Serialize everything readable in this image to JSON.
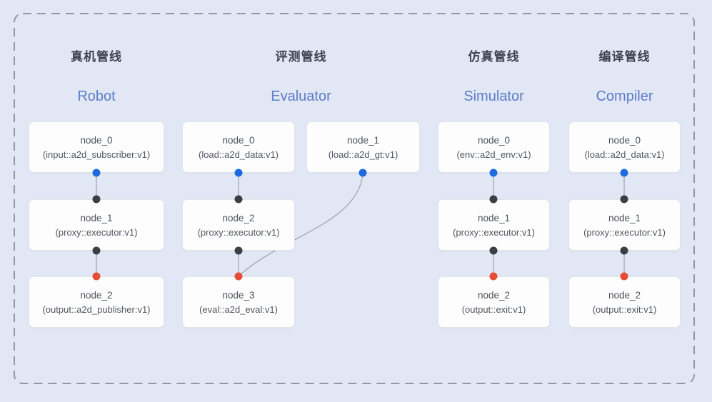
{
  "diagram": {
    "pipelines": [
      {
        "id": "robot",
        "title_zh": "真机管线",
        "title_en": "Robot",
        "nodes": [
          {
            "name": "node_0",
            "type": "(input::a2d_subscriber:v1)"
          },
          {
            "name": "node_1",
            "type": "(proxy::executor:v1)"
          },
          {
            "name": "node_2",
            "type": "(output::a2d_publisher:v1)"
          }
        ]
      },
      {
        "id": "evaluator",
        "title_zh": "评测管线",
        "title_en": "Evaluator",
        "nodes": [
          {
            "name": "node_0",
            "type": "(load::a2d_data:v1)"
          },
          {
            "name": "node_1",
            "type": "(load::a2d_gt:v1)"
          },
          {
            "name": "node_2",
            "type": "(proxy::executor:v1)"
          },
          {
            "name": "node_3",
            "type": "(eval::a2d_eval:v1)"
          }
        ]
      },
      {
        "id": "simulator",
        "title_zh": "仿真管线",
        "title_en": "Simulator",
        "nodes": [
          {
            "name": "node_0",
            "type": "(env::a2d_env:v1)"
          },
          {
            "name": "node_1",
            "type": "(proxy::executor:v1)"
          },
          {
            "name": "node_2",
            "type": "(output::exit:v1)"
          }
        ]
      },
      {
        "id": "compiler",
        "title_zh": "编译管线",
        "title_en": "Compiler",
        "nodes": [
          {
            "name": "node_0",
            "type": "(load::a2d_data:v1)"
          },
          {
            "name": "node_1",
            "type": "(proxy::executor:v1)"
          },
          {
            "name": "node_2",
            "type": "(output::exit:v1)"
          }
        ]
      }
    ],
    "colors": {
      "background": "#e1e7f5",
      "node_fill": "#fdfdfe",
      "node_border": "#e2e4e9",
      "title_zh_text": "#3d434e",
      "title_en_text": "#5d7cc7",
      "node_text": "#4d525b",
      "edge_line": "#9aa2b0",
      "dashed_boundary": "#9098a6",
      "dot_blue": "#1e6be0",
      "dot_black": "#3b3e44",
      "dot_red": "#e74c35"
    }
  }
}
